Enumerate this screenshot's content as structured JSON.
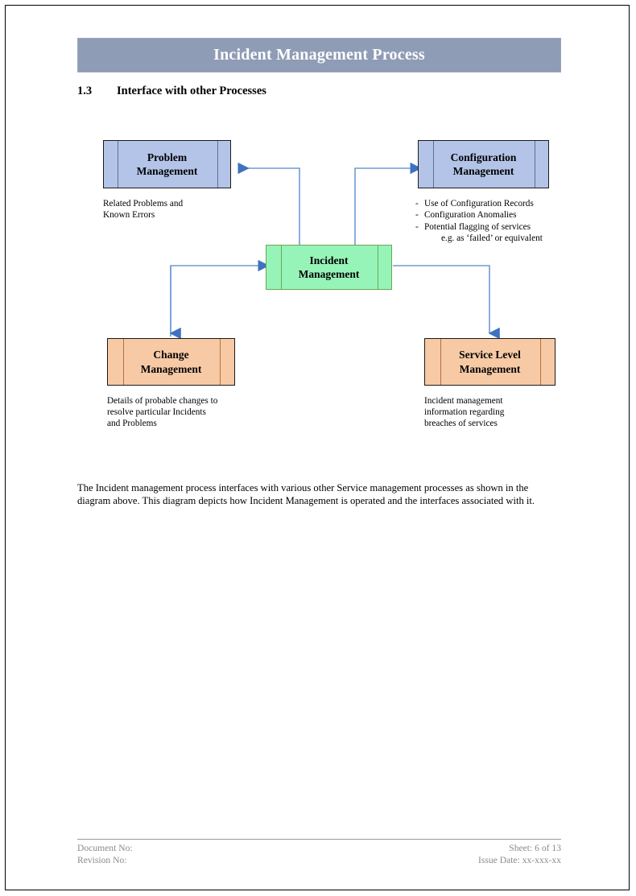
{
  "page": {
    "header_title": "Incident Management Process",
    "section_number": "1.3",
    "section_title": "Interface with other Processes"
  },
  "diagram": {
    "boxes": {
      "problem": {
        "line1": "Problem",
        "line2": "Management"
      },
      "configuration": {
        "line1": "Configuration",
        "line2": "Management"
      },
      "incident": {
        "line1": "Incident",
        "line2": "Management"
      },
      "change": {
        "line1": "Change",
        "line2": "Management"
      },
      "service_level": {
        "line1": "Service Level",
        "line2": "Management"
      }
    },
    "notes": {
      "problem": "Related Problems and\nKnown Errors",
      "configuration": {
        "bullet": "-",
        "item1": "Use of Configuration Records",
        "item2": "Configuration Anomalies",
        "item3": "Potential flagging of services",
        "item3_sub": "e.g. as ‘failed’ or equivalent"
      },
      "change": "Details of probable changes to\nresolve particular Incidents\nand Problems",
      "service_level": "Incident management\ninformation regarding\nbreaches of services"
    },
    "colors": {
      "blue_fill": "#b3c4e8",
      "green_fill": "#97f4b9",
      "peach_fill": "#f7caa5",
      "banner": "#8f9cb5",
      "connector": "#4a7ec4"
    }
  },
  "body": {
    "paragraph": "The Incident management process interfaces with various other Service management processes as shown in the diagram above. This diagram depicts how Incident Management is operated and the interfaces associated with it."
  },
  "footer": {
    "document_no": "Document No:",
    "revision_no": "Revision No:",
    "sheet": "Sheet: 6 of 13",
    "issue_date": "Issue Date: xx-xxx-xx"
  }
}
